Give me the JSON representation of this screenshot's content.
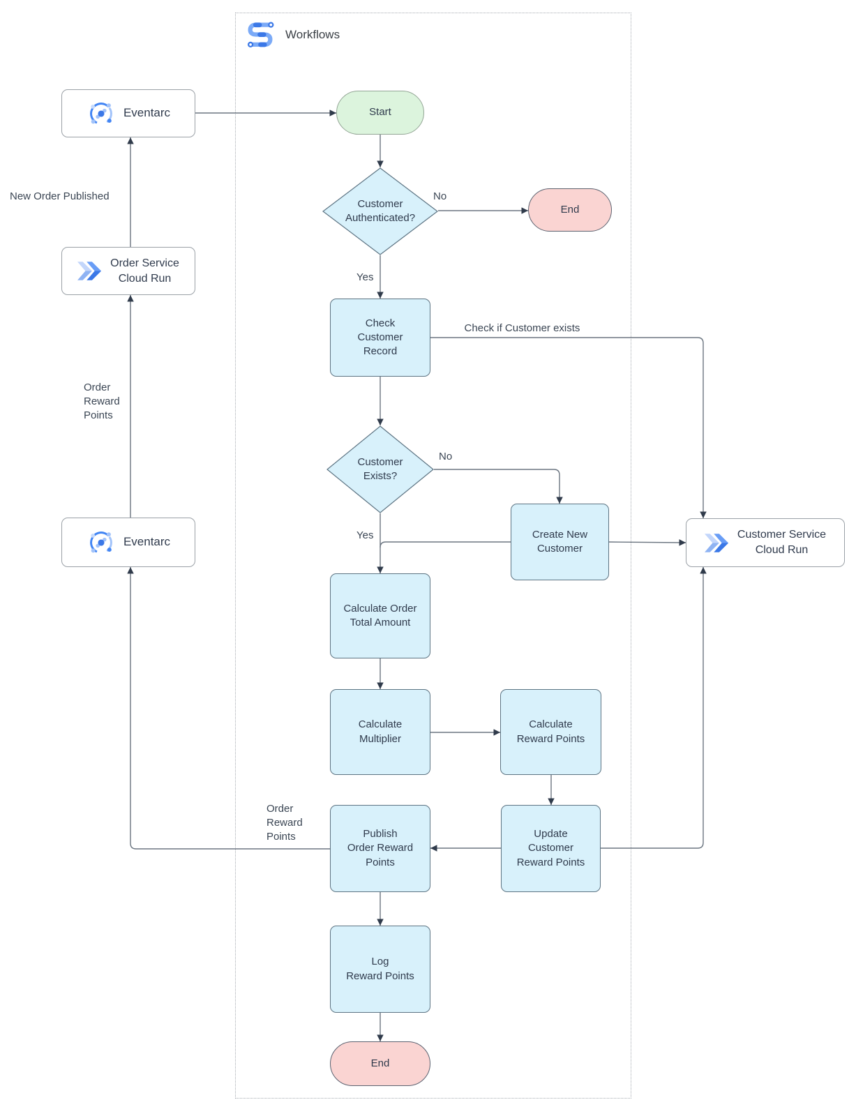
{
  "colors": {
    "process-fill": "#d8f1fb",
    "process-stroke": "#5c7382",
    "start-fill": "#dcf4dd",
    "start-stroke": "#93a595",
    "end-fill": "#fad4d2",
    "end-stroke": "#5b6270",
    "service-stroke": "#9aa0a6",
    "line": "#6b7580",
    "arrow": "#303b4b",
    "label": "#2f3a4c",
    "accent-blue": "#4285f4"
  },
  "container": {
    "title": "Workflows"
  },
  "nodes": {
    "eventarc_top": "Eventarc",
    "order_service_cloud_run": "Order Service\nCloud Run",
    "eventarc_bottom": "Eventarc",
    "customer_service_cloud_run": "Customer Service\nCloud Run",
    "start": "Start",
    "customer_authenticated": "Customer\nAuthenticated?",
    "end_top": "End",
    "check_customer_record": "Check\nCustomer\nRecord",
    "customer_exists": "Customer\nExists?",
    "create_new_customer": "Create New\nCustomer",
    "calculate_order_total_amount": "Calculate Order\nTotal Amount",
    "calculate_multiplier": "Calculate\nMultiplier",
    "calculate_reward_points": "Calculate\nReward Points",
    "update_customer_reward_points": "Update\nCustomer\nReward Points",
    "publish_order_reward_points": "Publish\nOrder Reward\nPoints",
    "log_reward_points": "Log\nReward Points",
    "end_bottom": "End"
  },
  "edge_labels": {
    "new_order_published": "New Order Published",
    "order_reward_points_left": "Order\nReward\nPoints",
    "order_reward_points_publish": "Order\nReward\nPoints",
    "check_if_customer_exists": "Check if Customer exists",
    "customer_authenticated_no": "No",
    "customer_authenticated_yes": "Yes",
    "customer_exists_no": "No",
    "customer_exists_yes": "Yes"
  }
}
